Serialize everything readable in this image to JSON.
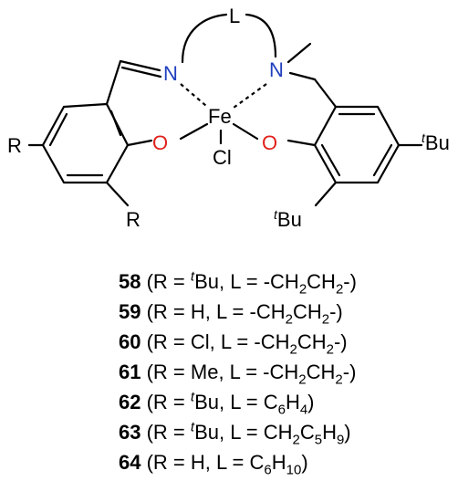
{
  "structure": {
    "atoms": {
      "L": "L",
      "N_left": "N",
      "N_right": "N",
      "Fe": "Fe",
      "O_left": "O",
      "O_right": "O",
      "Cl": "Cl",
      "R_para": "R",
      "R_ortho": "R",
      "tBu_para_sup": "t",
      "tBu_para_main": "Bu",
      "tBu_ortho_sup": "t",
      "tBu_ortho_main": "Bu"
    },
    "colors": {
      "nitrogen": "#1f3fbf",
      "oxygen": "#e0201c",
      "bond": "#000000"
    }
  },
  "compounds": [
    {
      "num": "58",
      "parts": [
        "(R = ",
        {
          "sup": "t"
        },
        "Bu, L = -CH",
        {
          "sub": "2"
        },
        "CH",
        {
          "sub": "2"
        },
        "-)"
      ]
    },
    {
      "num": "59",
      "parts": [
        "(R = H, L = -CH",
        {
          "sub": "2"
        },
        "CH",
        {
          "sub": "2"
        },
        "-)"
      ]
    },
    {
      "num": "60",
      "parts": [
        "(R = Cl, L = -CH",
        {
          "sub": "2"
        },
        "CH",
        {
          "sub": "2"
        },
        "-)"
      ]
    },
    {
      "num": "61",
      "parts": [
        "(R = Me, L = -CH",
        {
          "sub": "2"
        },
        "CH",
        {
          "sub": "2"
        },
        "-)"
      ]
    },
    {
      "num": "62",
      "parts": [
        "(R = ",
        {
          "sup": "t"
        },
        "Bu, L = C",
        {
          "sub": "6"
        },
        "H",
        {
          "sub": "4"
        },
        ")"
      ]
    },
    {
      "num": "63",
      "parts": [
        "(R = ",
        {
          "sup": "t"
        },
        "Bu, L = CH",
        {
          "sub": "2"
        },
        "C",
        {
          "sub": "5"
        },
        "H",
        {
          "sub": "9"
        },
        ")"
      ]
    },
    {
      "num": "64",
      "parts": [
        "(R = H, L = C",
        {
          "sub": "6"
        },
        "H",
        {
          "sub": "10"
        },
        ")"
      ]
    }
  ]
}
